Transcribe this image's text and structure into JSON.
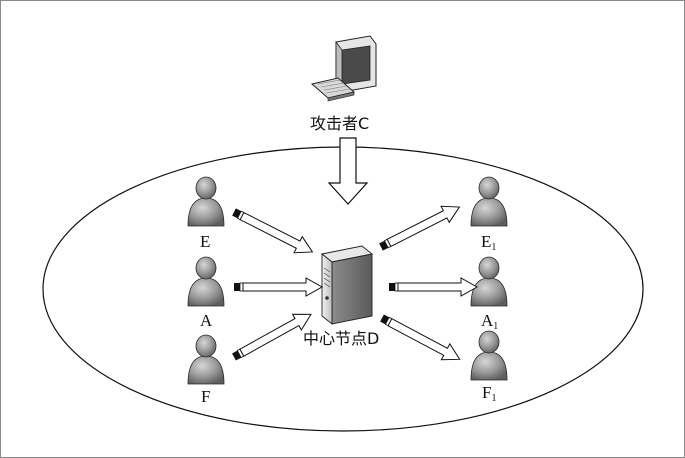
{
  "attacker": {
    "label": "攻击者C"
  },
  "center": {
    "label": "中心节点D"
  },
  "left_nodes": [
    {
      "name": "E"
    },
    {
      "name": "A"
    },
    {
      "name": "F"
    }
  ],
  "right_nodes": [
    {
      "name": "E",
      "subscript": "1"
    },
    {
      "name": "A",
      "subscript": "1"
    },
    {
      "name": "F",
      "subscript": "1"
    }
  ],
  "colors": {
    "person_dark": "#6e6e6e",
    "person_light": "#b5b5b5",
    "outline": "#1a1a1a",
    "frame": "#8a8a8a"
  }
}
